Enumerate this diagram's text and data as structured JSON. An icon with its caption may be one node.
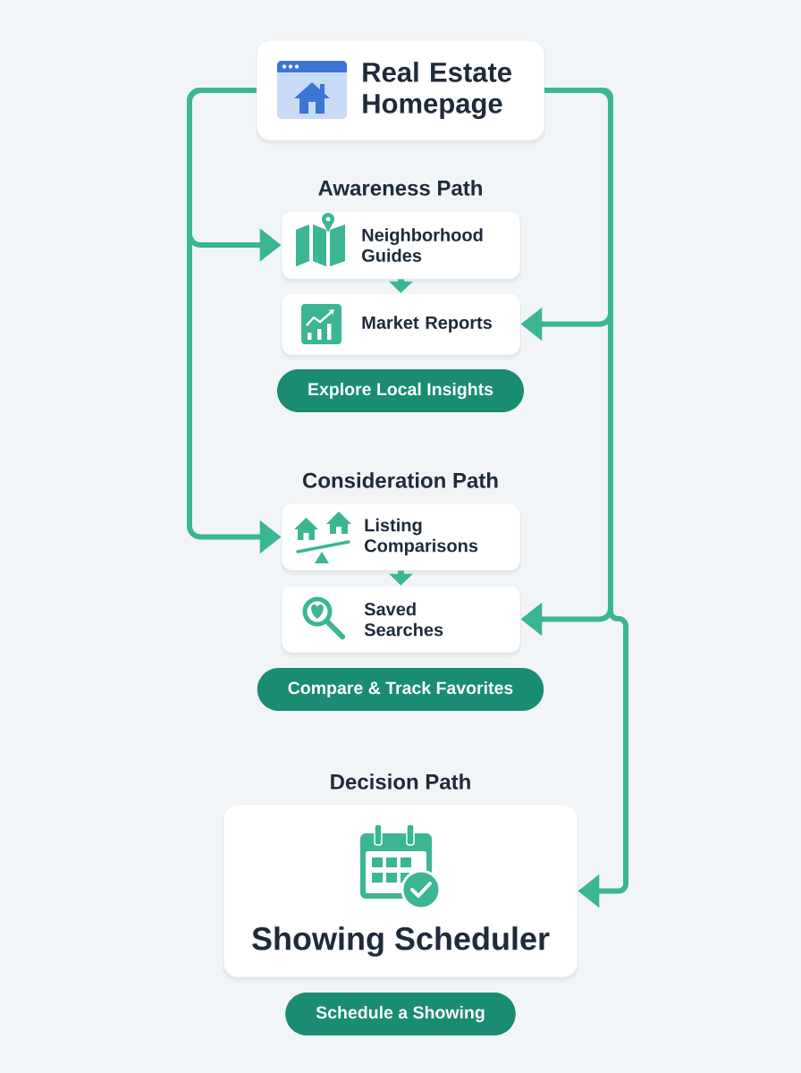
{
  "diagram": {
    "nodes": [
      {
        "text": [
          "Real Estate Homepage"
        ]
      },
      {
        "text": [
          "Neighborhood Guides"
        ]
      },
      {
        "text": [
          "Market Reports"
        ]
      },
      {
        "text": [
          "Explore Local Insights"
        ]
      },
      {
        "text": [
          "Listing Comparisons"
        ]
      },
      {
        "text": [
          "Saved Searches"
        ]
      },
      {
        "text": [
          "Compare & Track Favorites"
        ]
      },
      {
        "text": [
          "Showing Scheduler"
        ]
      },
      {
        "text": [
          "Schedule a Showing"
        ]
      }
    ],
    "edges": [
      {
        "from": 0,
        "to": 1,
        "arrow": "to"
      },
      {
        "from": 0,
        "to": 4,
        "arrow": "to"
      },
      {
        "from": 0,
        "to": 2,
        "arrow": "to"
      },
      {
        "from": 0,
        "to": 5,
        "arrow": "to"
      },
      {
        "from": 0,
        "to": 7,
        "arrow": "to"
      },
      {
        "from": 1,
        "to": 2,
        "arrow": "to"
      },
      {
        "from": 4,
        "to": 5,
        "arrow": "to"
      }
    ],
    "labels": [
      "Awareness Path",
      "Consideration Path",
      "Decision Path"
    ]
  }
}
